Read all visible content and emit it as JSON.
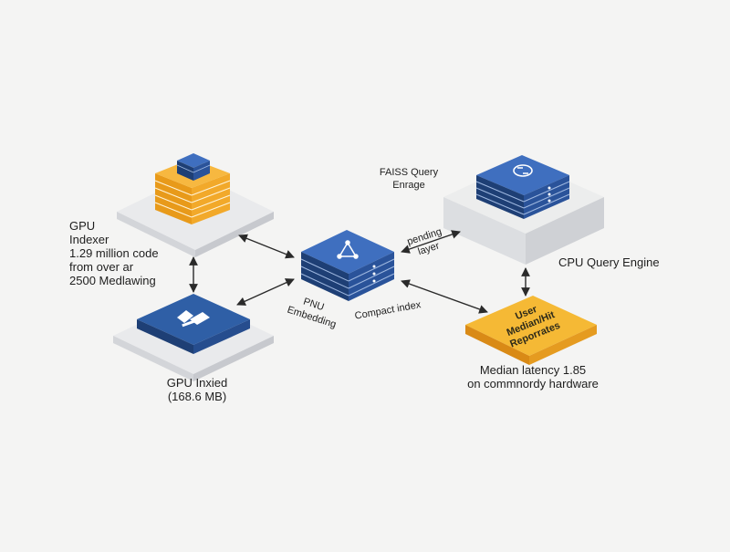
{
  "labels": {
    "gpu_indexer": [
      "GPU",
      "Indexer",
      "1.29 million code",
      "from over ar",
      "2500 Medlawing"
    ],
    "faiss_query": [
      "FAISS Query",
      "Enrage"
    ],
    "cpu_query_engine": "CPU Query Engine",
    "pending_layer": [
      "pending",
      "layer"
    ],
    "embedding": [
      "PNU",
      "Embedding"
    ],
    "compact_index": "Compact index",
    "user_reporter": [
      "User",
      "Median/Hit",
      "Reporrates"
    ],
    "gpu_inexed": [
      "GPU Inxied",
      "(168.6 MB)"
    ],
    "median_latency": [
      "Median latency 1.85",
      "on commnordy hardware"
    ]
  },
  "colors": {
    "blue": "#2f5fa6",
    "blue_dark": "#1e3f75",
    "orange": "#f7a928",
    "orange_dark": "#d98a16",
    "yellow": "#f5b935",
    "platform": "#e6e7ea",
    "arrow": "#2a2a2a"
  },
  "icons": {
    "center_server": "network-triangle-icon",
    "cpu_server": "refresh-cycle-icon",
    "gpu_block": "puzzle-tool-icon"
  }
}
